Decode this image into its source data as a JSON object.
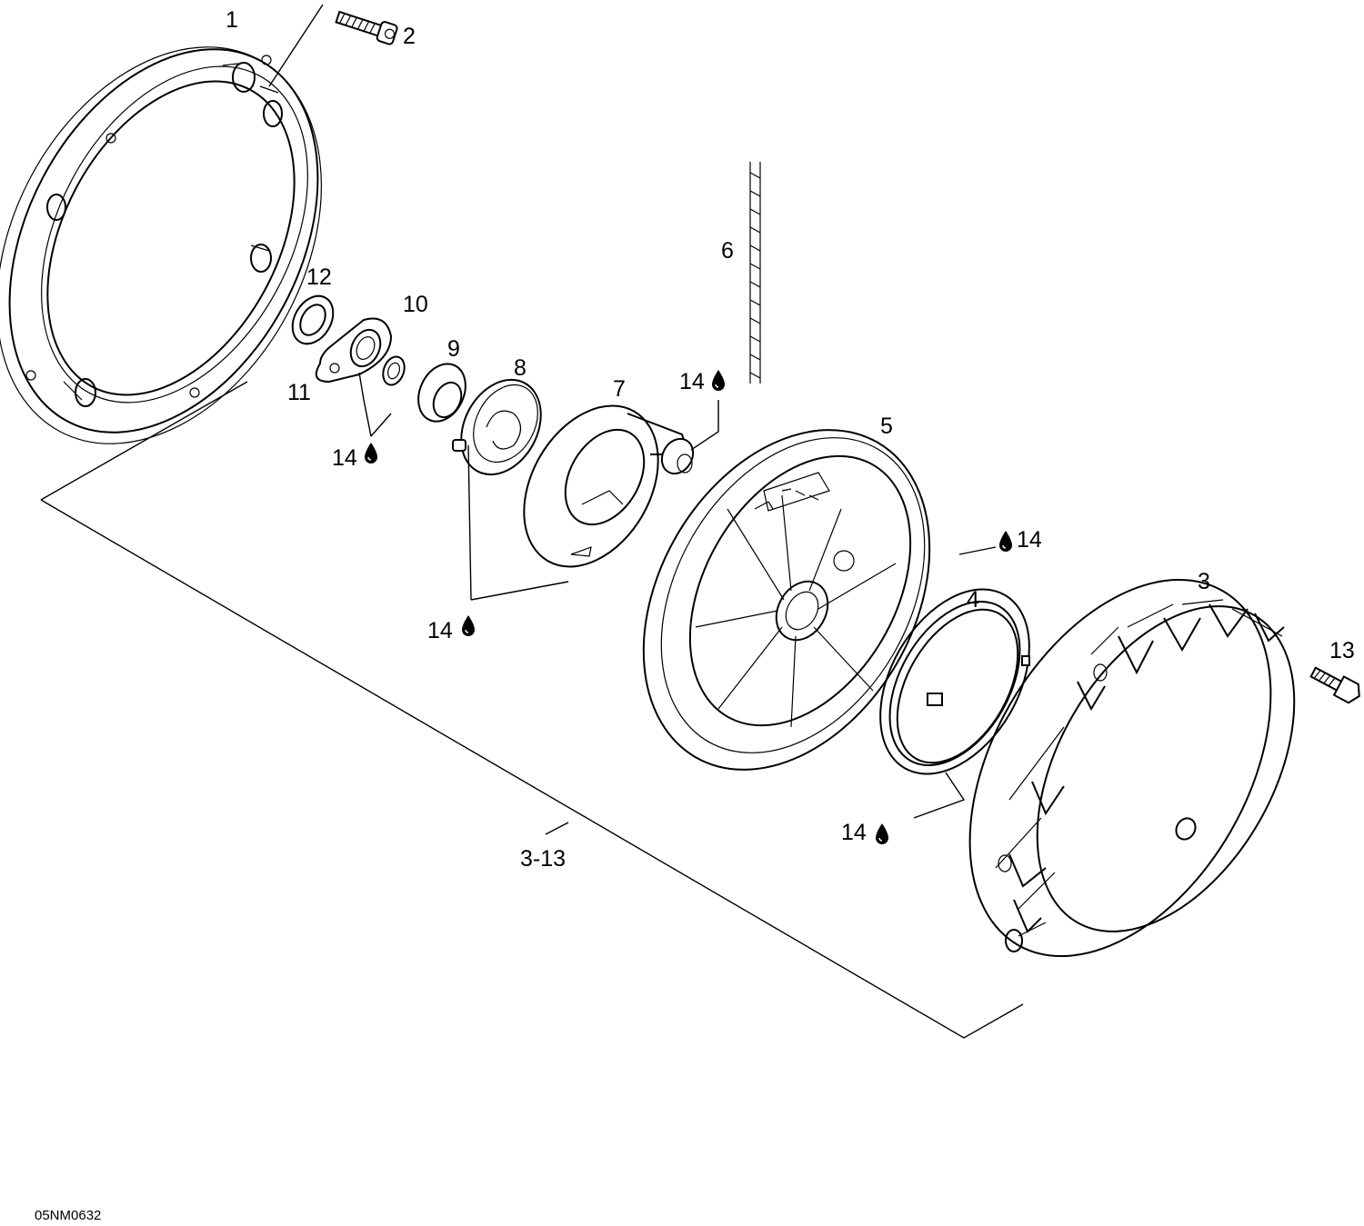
{
  "figure_code": "05NM0632",
  "callouts": [
    {
      "id": "c1",
      "label": "1"
    },
    {
      "id": "c2",
      "label": "2"
    },
    {
      "id": "c3",
      "label": "3"
    },
    {
      "id": "c4",
      "label": "4"
    },
    {
      "id": "c5",
      "label": "5"
    },
    {
      "id": "c6",
      "label": "6"
    },
    {
      "id": "c7",
      "label": "7"
    },
    {
      "id": "c8",
      "label": "8"
    },
    {
      "id": "c9",
      "label": "9"
    },
    {
      "id": "c10",
      "label": "10"
    },
    {
      "id": "c11",
      "label": "11"
    },
    {
      "id": "c12",
      "label": "12"
    },
    {
      "id": "c13",
      "label": "13"
    },
    {
      "id": "c14a",
      "label": "14"
    },
    {
      "id": "c14b",
      "label": "14"
    },
    {
      "id": "c14c",
      "label": "14"
    },
    {
      "id": "c14d",
      "label": "14"
    },
    {
      "id": "c14e",
      "label": "14"
    },
    {
      "id": "c3to13",
      "label": "3-13"
    }
  ],
  "icons": {
    "lubricant": "oil-drop-icon"
  }
}
